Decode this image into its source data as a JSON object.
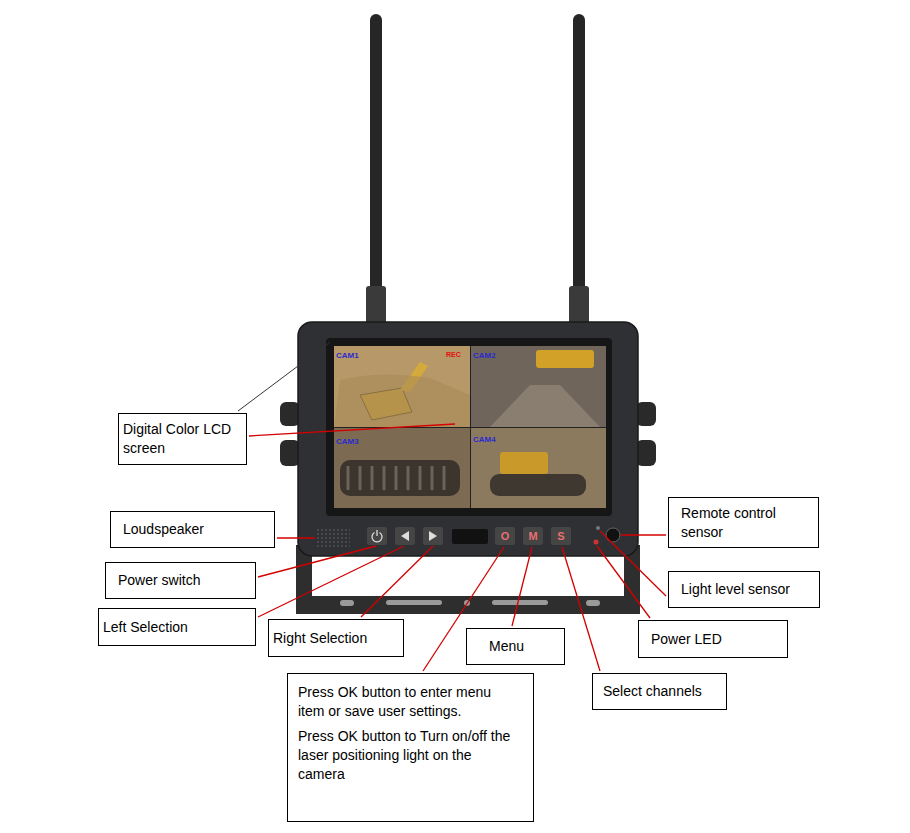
{
  "diagram": {
    "nodes": [
      {
        "text": [
          "Digital Color LCD screen"
        ]
      },
      {
        "text": [
          "Remote control sensor"
        ]
      },
      {
        "text": [
          "Loudspeaker"
        ]
      },
      {
        "text": [
          "Power switch"
        ]
      },
      {
        "text": [
          "Light level sensor"
        ]
      },
      {
        "text": [
          "Left Selection"
        ]
      },
      {
        "text": [
          "Right Selection"
        ]
      },
      {
        "text": [
          "Power LED"
        ]
      },
      {
        "text": [
          "Menu"
        ]
      },
      {
        "text": [
          "Press OK button to enter menu item or save user settings.",
          "Press OK button to Turn on/off the laser positioning light on the camera"
        ]
      },
      {
        "text": [
          "Select channels"
        ]
      }
    ],
    "labels": [
      "CAM1",
      "REC",
      "CAM2",
      "CAM3",
      "CAM4",
      "O",
      "M",
      "S"
    ]
  }
}
